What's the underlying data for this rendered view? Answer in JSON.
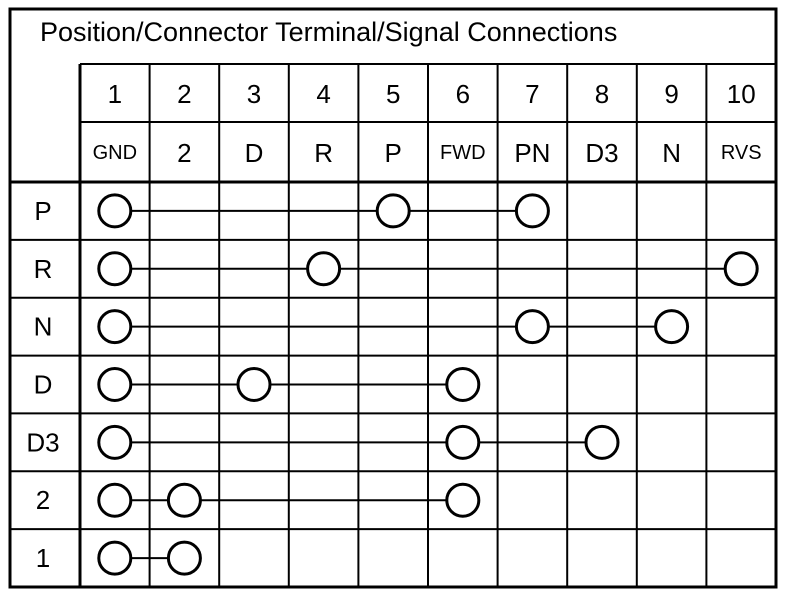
{
  "title": "Position/Connector Terminal/Signal Connections",
  "terminals": [
    {
      "number": "1",
      "signal": "GND"
    },
    {
      "number": "2",
      "signal": "2"
    },
    {
      "number": "3",
      "signal": "D"
    },
    {
      "number": "4",
      "signal": "R"
    },
    {
      "number": "5",
      "signal": "P"
    },
    {
      "number": "6",
      "signal": "FWD"
    },
    {
      "number": "7",
      "signal": "PN"
    },
    {
      "number": "8",
      "signal": "D3"
    },
    {
      "number": "9",
      "signal": "N"
    },
    {
      "number": "10",
      "signal": "RVS"
    }
  ],
  "positions": [
    {
      "label": "P",
      "connected_terminals": [
        1,
        5,
        7
      ]
    },
    {
      "label": "R",
      "connected_terminals": [
        1,
        4,
        10
      ]
    },
    {
      "label": "N",
      "connected_terminals": [
        1,
        7,
        9
      ]
    },
    {
      "label": "D",
      "connected_terminals": [
        1,
        3,
        6
      ]
    },
    {
      "label": "D3",
      "connected_terminals": [
        1,
        6,
        8
      ]
    },
    {
      "label": "2",
      "connected_terminals": [
        1,
        2,
        6
      ]
    },
    {
      "label": "1",
      "connected_terminals": [
        1,
        2
      ]
    }
  ],
  "colors": {
    "line": "#000000",
    "background": "#ffffff"
  }
}
